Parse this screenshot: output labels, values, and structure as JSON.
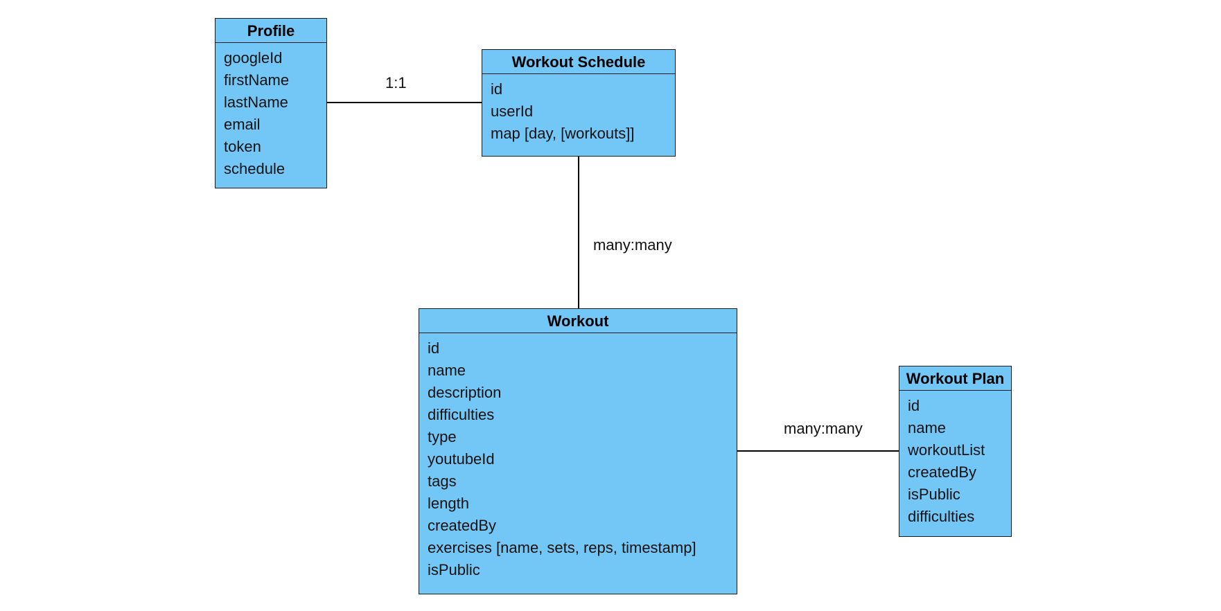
{
  "colors": {
    "entity_fill": "#73c7f7",
    "entity_border": "#1a1a1a",
    "connector": "#000000"
  },
  "entities": {
    "profile": {
      "title": "Profile",
      "fields": [
        "googleId",
        "firstName",
        "lastName",
        "email",
        "token",
        "schedule"
      ]
    },
    "workout_schedule": {
      "title": "Workout Schedule",
      "fields": [
        "id",
        "userId",
        "map [day, [workouts]]"
      ]
    },
    "workout": {
      "title": "Workout",
      "fields": [
        "id",
        "name",
        "description",
        "difficulties",
        "type",
        "youtubeId",
        "tags",
        "length",
        "createdBy",
        "exercises [name, sets, reps, timestamp]",
        "isPublic"
      ]
    },
    "workout_plan": {
      "title": "Workout Plan",
      "fields": [
        "id",
        "name",
        "workoutList",
        "createdBy",
        "isPublic",
        "difficulties"
      ]
    }
  },
  "relationships": {
    "profile_schedule": "1:1",
    "schedule_workout": "many:many",
    "workout_plan": "many:many"
  }
}
